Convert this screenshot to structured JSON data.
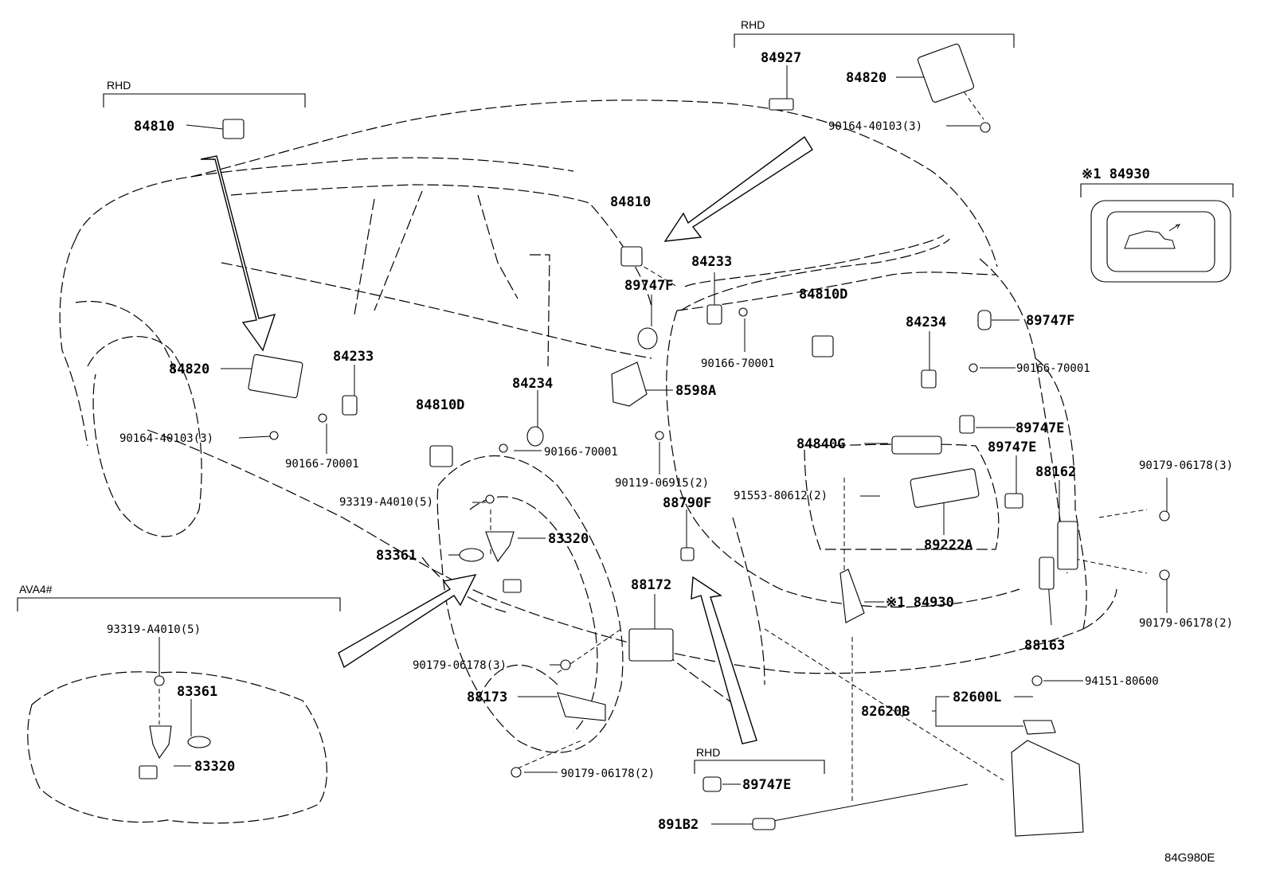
{
  "diagram": {
    "code": "84G980E",
    "groups": {
      "rhd_top_left": "RHD",
      "rhd_top_right": "RHD",
      "rhd_bottom": "RHD",
      "ava4": "AVA4#",
      "note_84930": "※1 84930"
    },
    "labels": {
      "p84810_tl": "84810",
      "p84927": "84927",
      "p84820_tr": "84820",
      "p90164_tr": "90164-40103(3)",
      "p84810_c": "84810",
      "p84233_c": "84233",
      "p89747F_c": "89747F",
      "p84810D_r": "84810D",
      "p90166_c": "90166-70001",
      "p84234_r": "84234",
      "p89747F_r": "89747F",
      "p90166_r": "90166-70001",
      "p8598A": "8598A",
      "p89747E_r": "89747E",
      "p84840G": "84840G",
      "p89747E_r2": "89747E",
      "p91553": "91553-80612(2)",
      "p88162": "88162",
      "p90179_r1": "90179-06178(3)",
      "p89222A": "89222A",
      "p84930_n": "※1 84930",
      "p88163": "88163",
      "p90179_r2": "90179-06178(2)",
      "p84820_l": "84820",
      "p84233_l": "84233",
      "p90164_l": "90164-40103(3)",
      "p90166_l": "90166-70001",
      "p84810D_l": "84810D",
      "p84234_l": "84234",
      "p90166_m": "90166-70001",
      "p90119": "90119-06915(2)",
      "p93319": "93319-A4010(5)",
      "p88790F": "88790F",
      "p83361": "83361",
      "p83320": "83320",
      "p88172": "88172",
      "p90179_m": "90179-06178(3)",
      "p88173": "88173",
      "p90179_b": "90179-06178(2)",
      "p94151": "94151-80600",
      "p82600L": "82600L",
      "p82620B": "82620B",
      "p89747E_b": "89747E",
      "p891B2": "891B2",
      "p93319_b": "93319-A4010(5)",
      "p83361_b": "83361",
      "p83320_b": "83320"
    }
  }
}
